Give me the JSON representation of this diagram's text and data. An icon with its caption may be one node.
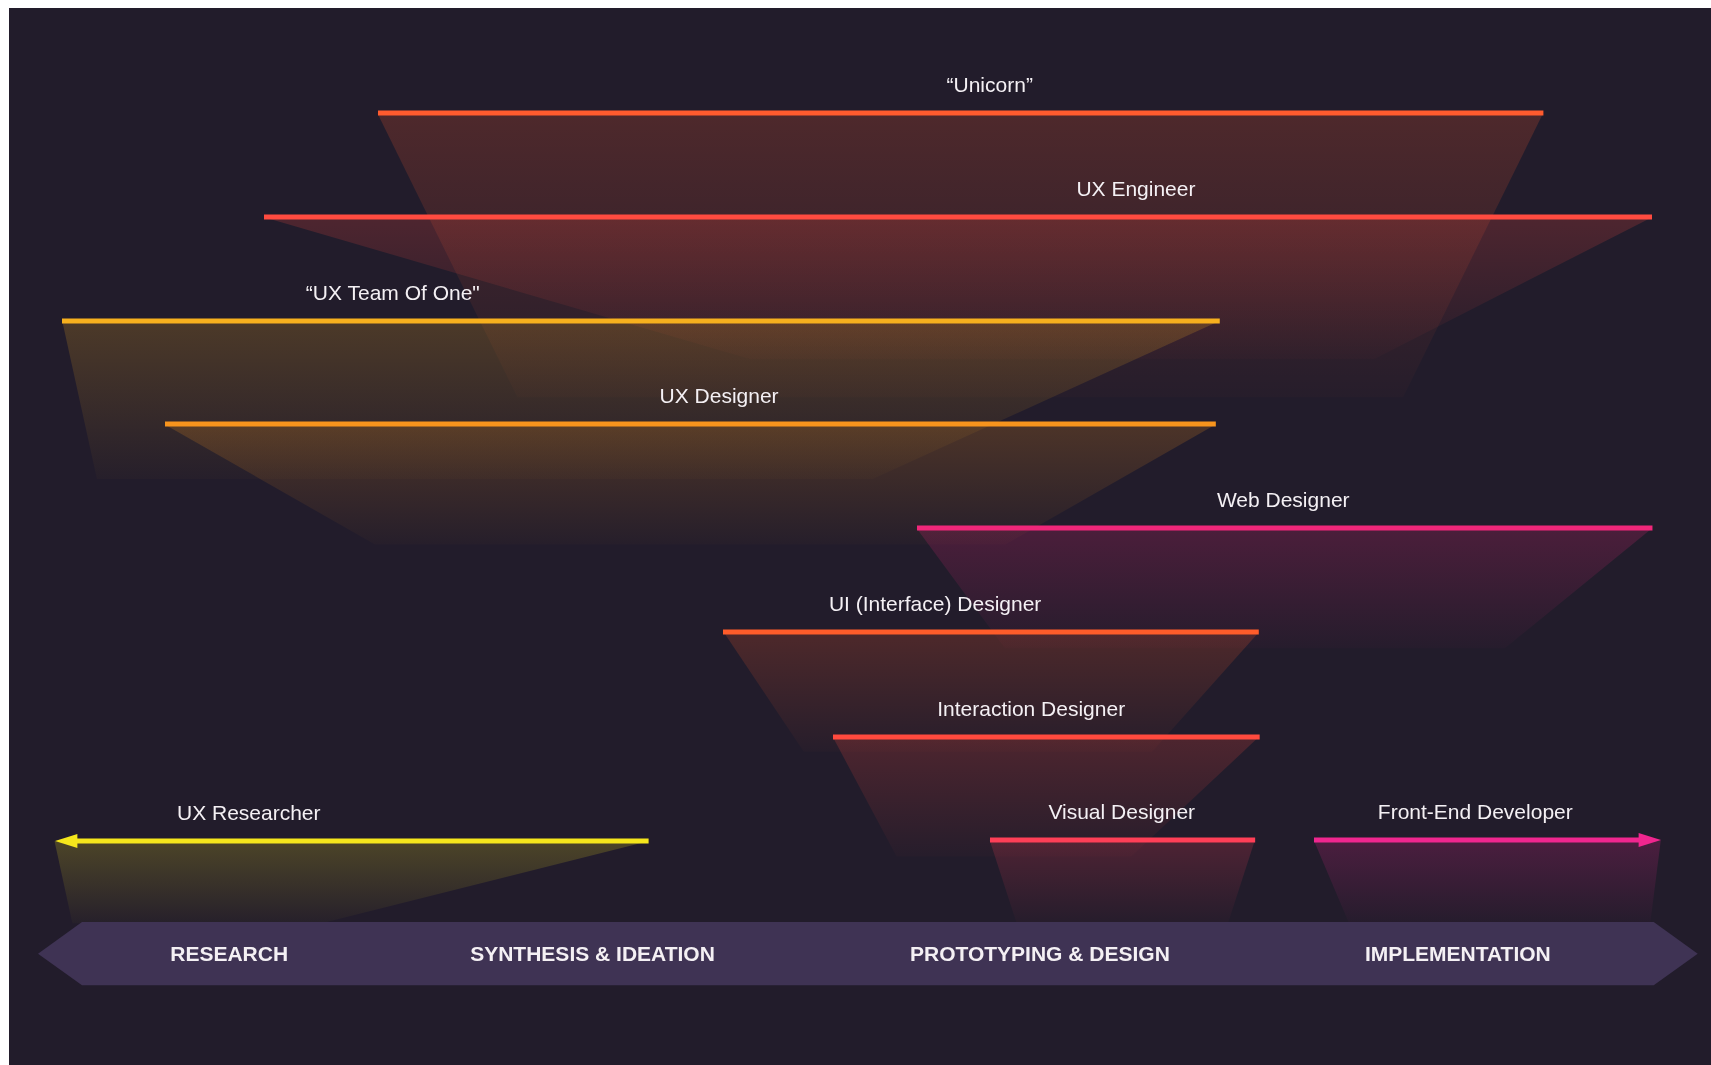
{
  "diagram": {
    "nodes": [
      {
        "text": [
          "“Unicorn”"
        ]
      },
      {
        "text": [
          "UX Engineer"
        ]
      },
      {
        "text": [
          "“UX Team Of One\""
        ]
      },
      {
        "text": [
          "UX Designer"
        ]
      },
      {
        "text": [
          "Web Designer"
        ]
      },
      {
        "text": [
          "UI (Interface) Designer"
        ]
      },
      {
        "text": [
          "Interaction Designer"
        ]
      },
      {
        "text": [
          "UX Researcher"
        ]
      },
      {
        "text": [
          "Visual Designer"
        ]
      },
      {
        "text": [
          "Front-End Developer"
        ]
      },
      {
        "text": [
          "RESEARCH",
          "SYNTHESIS & IDEATION",
          "PROTOTYPING & DESIGN",
          "IMPLEMENTATION"
        ]
      }
    ],
    "edges": []
  }
}
